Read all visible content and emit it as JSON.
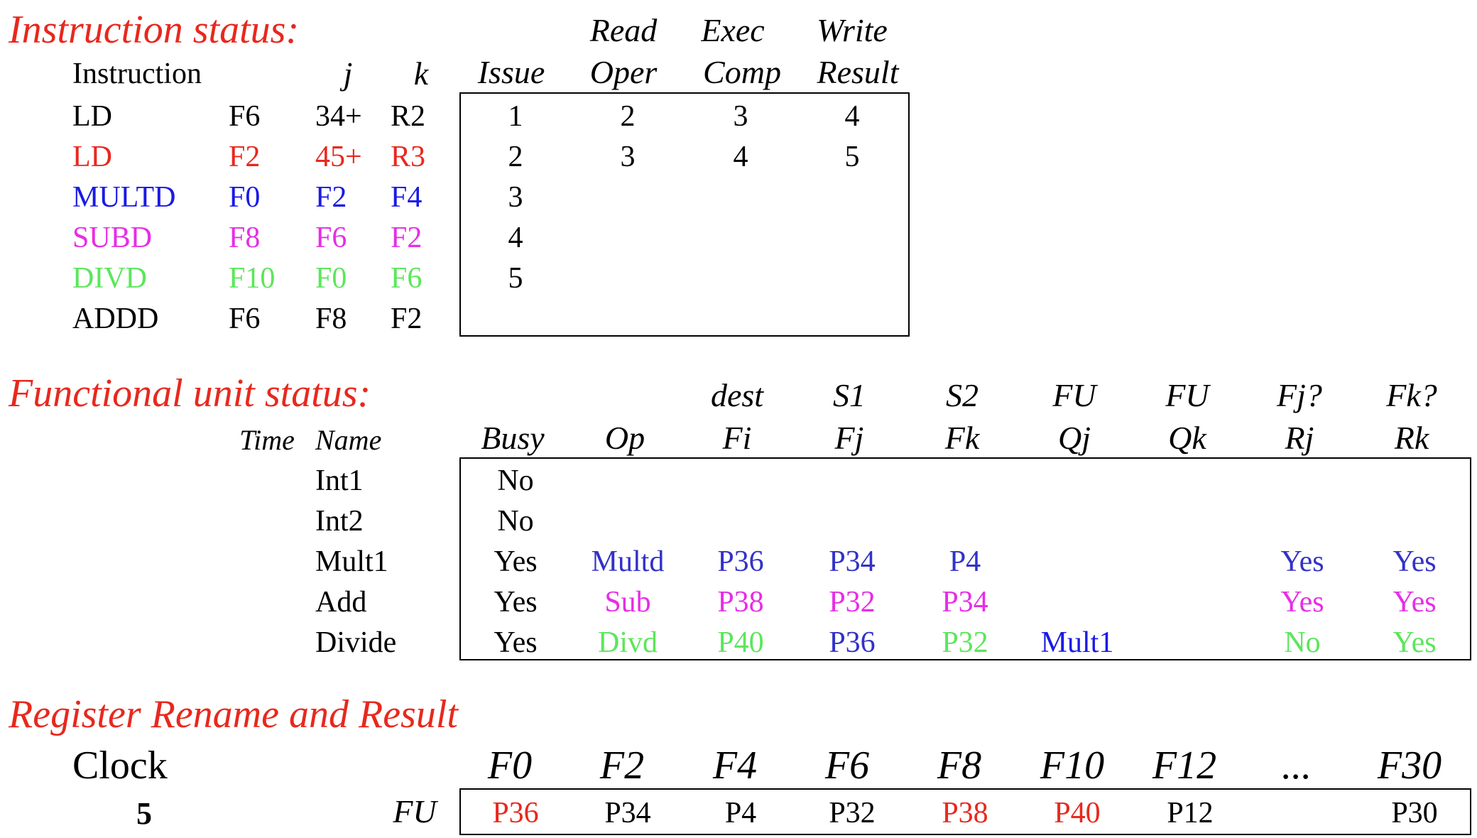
{
  "colors": {
    "title": "#e8281e",
    "black": "#000000",
    "red": "#e8281e",
    "blue": "#1a1ae6",
    "purple_blue": "#3232c8",
    "magenta": "#e62ee6",
    "green": "#5ce65c"
  },
  "instruction_status": {
    "title": "Instruction status:",
    "header_top": {
      "read": "Read",
      "exec": "Exec",
      "write": "Write"
    },
    "header": {
      "instruction": "Instruction",
      "j": "j",
      "k": "k",
      "issue": "Issue",
      "oper": "Oper",
      "comp": "Comp",
      "result": "Result"
    },
    "rows": [
      {
        "op": "LD",
        "dest": "F6",
        "j": "34+",
        "k": "R2",
        "issue": "1",
        "read": "2",
        "exec": "3",
        "write": "4",
        "color": "#000000"
      },
      {
        "op": "LD",
        "dest": "F2",
        "j": "45+",
        "k": "R3",
        "issue": "2",
        "read": "3",
        "exec": "4",
        "write": "5",
        "color": "#e8281e"
      },
      {
        "op": "MULTD",
        "dest": "F0",
        "j": "F2",
        "k": "F4",
        "issue": "3",
        "read": "",
        "exec": "",
        "write": "",
        "color": "#1a1ae6"
      },
      {
        "op": "SUBD",
        "dest": "F8",
        "j": "F6",
        "k": "F2",
        "issue": "4",
        "read": "",
        "exec": "",
        "write": "",
        "color": "#e62ee6"
      },
      {
        "op": "DIVD",
        "dest": "F10",
        "j": "F0",
        "k": "F6",
        "issue": "5",
        "read": "",
        "exec": "",
        "write": "",
        "color": "#5ce65c"
      },
      {
        "op": "ADDD",
        "dest": "F6",
        "j": "F8",
        "k": "F2",
        "issue": "",
        "read": "",
        "exec": "",
        "write": "",
        "color": "#000000"
      }
    ]
  },
  "functional_unit_status": {
    "title": "Functional unit status:",
    "header_top": {
      "fi": "dest",
      "fj": "S1",
      "fk": "S2",
      "qj": "FU",
      "qk": "FU",
      "rj": "Fj?",
      "rk": "Fk?"
    },
    "header": {
      "time": "Time",
      "name": "Name",
      "busy": "Busy",
      "op": "Op",
      "fi": "Fi",
      "fj": "Fj",
      "fk": "Fk",
      "qj": "Qj",
      "qk": "Qk",
      "rj": "Rj",
      "rk": "Rk"
    },
    "rows": [
      {
        "name": "Int1",
        "busy": "No",
        "op": "",
        "fi": "",
        "fj": "",
        "fk": "",
        "qj": "",
        "qk": "",
        "rj": "",
        "rk": "",
        "colors": {
          "op": "#000000",
          "fi": "#000000",
          "fj": "#000000",
          "fk": "#000000",
          "qj": "#000000",
          "rj": "#000000",
          "rk": "#000000"
        }
      },
      {
        "name": "Int2",
        "busy": "No",
        "op": "",
        "fi": "",
        "fj": "",
        "fk": "",
        "qj": "",
        "qk": "",
        "rj": "",
        "rk": "",
        "colors": {
          "op": "#000000",
          "fi": "#000000",
          "fj": "#000000",
          "fk": "#000000",
          "qj": "#000000",
          "rj": "#000000",
          "rk": "#000000"
        }
      },
      {
        "name": "Mult1",
        "busy": "Yes",
        "op": "Multd",
        "fi": "P36",
        "fj": "P34",
        "fk": "P4",
        "qj": "",
        "qk": "",
        "rj": "Yes",
        "rk": "Yes",
        "colors": {
          "op": "#3232c8",
          "fi": "#3232c8",
          "fj": "#3232c8",
          "fk": "#3232c8",
          "qj": "#3232c8",
          "rj": "#3232c8",
          "rk": "#3232c8"
        }
      },
      {
        "name": "Add",
        "busy": "Yes",
        "op": "Sub",
        "fi": "P38",
        "fj": "P32",
        "fk": "P34",
        "qj": "",
        "qk": "",
        "rj": "Yes",
        "rk": "Yes",
        "colors": {
          "op": "#e62ee6",
          "fi": "#e62ee6",
          "fj": "#e62ee6",
          "fk": "#e62ee6",
          "qj": "#e62ee6",
          "rj": "#e62ee6",
          "rk": "#e62ee6"
        }
      },
      {
        "name": "Divide",
        "busy": "Yes",
        "op": "Divd",
        "fi": "P40",
        "fj": "P36",
        "fk": "P32",
        "qj": "Mult1",
        "qk": "",
        "rj": "No",
        "rk": "Yes",
        "colors": {
          "op": "#5ce65c",
          "fi": "#5ce65c",
          "fj": "#3232c8",
          "fk": "#5ce65c",
          "qj": "#1a1ae6",
          "rj": "#5ce65c",
          "rk": "#5ce65c"
        }
      }
    ]
  },
  "register_rename": {
    "title": "Register Rename and Result",
    "clock_label": "Clock",
    "clock_value": "5",
    "fu_label": "FU",
    "registers": [
      {
        "name": "F0",
        "value": "P36",
        "color": "#e8281e"
      },
      {
        "name": "F2",
        "value": "P34",
        "color": "#000000"
      },
      {
        "name": "F4",
        "value": "P4",
        "color": "#000000"
      },
      {
        "name": "F6",
        "value": "P32",
        "color": "#000000"
      },
      {
        "name": "F8",
        "value": "P38",
        "color": "#e8281e"
      },
      {
        "name": "F10",
        "value": "P40",
        "color": "#e8281e"
      },
      {
        "name": "F12",
        "value": "P12",
        "color": "#000000"
      },
      {
        "name": "...",
        "value": "",
        "color": "#000000"
      },
      {
        "name": "F30",
        "value": "P30",
        "color": "#000000"
      }
    ]
  }
}
